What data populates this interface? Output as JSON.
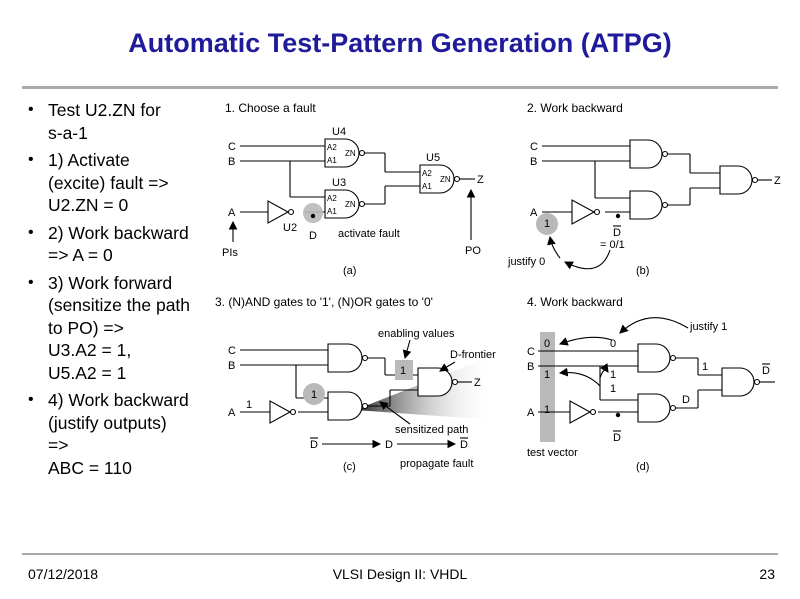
{
  "slide": {
    "title": "Automatic Test-Pattern Generation (ATPG)",
    "bullets": [
      "Test U2.ZN for\ns-a-1",
      "1) Activate\n(excite) fault =>\nU2.ZN = 0",
      "2) Work backward\n=> A = 0",
      "3) Work forward\n(sensitize the path\nto PO) =>\nU3.A2 = 1,\nU5.A2 = 1",
      "4) Work backward\n(justify outputs)\n=>\nABC = 110"
    ]
  },
  "panels": {
    "a": {
      "heading": "1. Choose a fault",
      "caption": "(a)",
      "labels": {
        "C": "C",
        "B": "B",
        "A": "A",
        "Z": "Z",
        "U4": "U4",
        "U3": "U3",
        "U5": "U5",
        "U2": "U2",
        "A2": "A2",
        "A1": "A1",
        "ZN": "ZN",
        "D": "D",
        "activate": "activate fault",
        "PIs": "PIs",
        "PO": "PO"
      }
    },
    "b": {
      "heading": "2. Work backward",
      "caption": "(b)",
      "labels": {
        "C": "C",
        "B": "B",
        "A": "A",
        "Z": "Z",
        "one": "1",
        "D": "D",
        "eq": "= 0/1",
        "justify": "justify 0"
      }
    },
    "c": {
      "heading": "3. (N)AND gates to '1', (N)OR gates to '0'",
      "caption": "(c)",
      "labels": {
        "C": "C",
        "B": "B",
        "A": "A",
        "Z": "Z",
        "enabling": "enabling values",
        "dfrontier": "D-frontier",
        "one": "1",
        "sensitized": "sensitized path",
        "D": "D",
        "propagate": "propagate fault"
      }
    },
    "d": {
      "heading": "4. Work backward",
      "caption": "(d)",
      "labels": {
        "C": "C",
        "B": "B",
        "A": "A",
        "justify": "justify 1",
        "zero": "0",
        "one": "1",
        "D": "D",
        "testvector": "test vector"
      }
    }
  },
  "footer": {
    "date": "07/12/2018",
    "course": "VLSI Design II: VHDL",
    "page": "23"
  }
}
